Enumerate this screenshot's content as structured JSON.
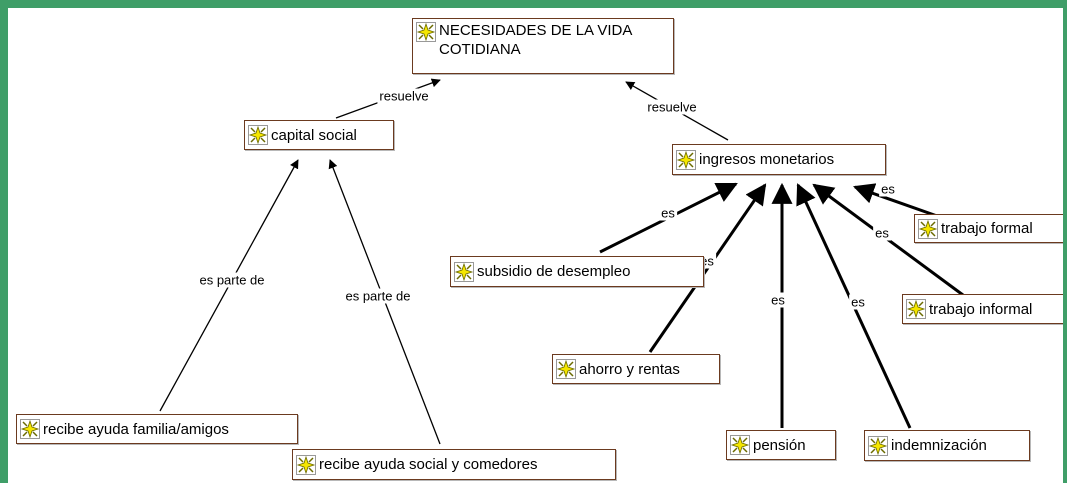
{
  "diagram": {
    "nodes": {
      "necesidades": "NECESIDADES DE LA VIDA COTIDIANA",
      "capital_social": "capital social",
      "ingresos": "ingresos monetarios",
      "trabajo_formal": "trabajo formal",
      "subsidio": "subsidio de desempleo",
      "trabajo_informal": "trabajo informal",
      "ahorro": "ahorro y rentas",
      "familia": "recibe ayuda familia/amigos",
      "pension": "pensión",
      "indemnizacion": "indemnización",
      "comedores": "recibe ayuda social y comedores"
    },
    "links": {
      "capital_a_necesidades": "resuelve",
      "ingresos_a_necesidades": "resuelve",
      "familia_a_capital": "es parte de",
      "comedores_a_capital": "es parte de",
      "subsidio_a_ingresos": "es",
      "ahorro_a_ingresos": "es",
      "pension_a_ingresos": "es",
      "indemnizacion_a_ingresos": "es",
      "informal_a_ingresos": "es",
      "formal_a_ingresos": "es"
    },
    "icon": "concept-star-icon",
    "colors": {
      "frame": "#3f9e68",
      "node_border": "#6b3a1f",
      "icon_fill": "#f5e600"
    }
  }
}
